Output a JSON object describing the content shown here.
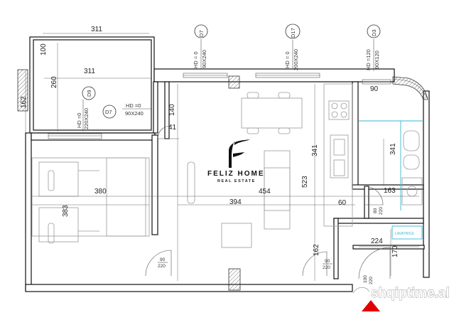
{
  "logo": {
    "name": "FELIZ HOME",
    "tagline": "REAL ESTATE"
  },
  "watermark": "shqiptime.al",
  "dimensions": {
    "balcony_width": "311",
    "balcony_depth": "100",
    "balcony_inner": "260",
    "wall_left": "162",
    "living_width": "380",
    "living_depth": "383",
    "kitchen_width": "454",
    "kitchen_inner": "394",
    "kitchen_depth": "523",
    "kitchen_height": "341",
    "bath_height": "341",
    "bath_window": "90",
    "wall_140": "140",
    "wall_41": "41",
    "corridor_60": "60",
    "bath_door_163": "163",
    "hall_width": "224",
    "hall_depth": "170",
    "hall_162": "162"
  },
  "doors": {
    "d7_left": {
      "code": "D7",
      "hd": "HD =0",
      "size": "90X240"
    },
    "d9": {
      "code": "D9",
      "hd": "HD =0",
      "size": "220X240"
    },
    "d7_top": {
      "code": "D7",
      "hd": "HD = 0",
      "size": "90X240"
    },
    "d17": {
      "code": "D17",
      "hd": "HD = 0",
      "size": "200X240"
    },
    "d3": {
      "code": "D3",
      "hd": "HD =120",
      "size": "90X120"
    }
  },
  "door_sizes": {
    "living_door": {
      "w": "90",
      "h": "220"
    },
    "hall_door": {
      "w": "90",
      "h": "220"
    },
    "bath_door": {
      "w": "80",
      "h": "220"
    },
    "entrance": {
      "w": "100",
      "h": "220"
    }
  },
  "closet_label": "LAVATRICE"
}
